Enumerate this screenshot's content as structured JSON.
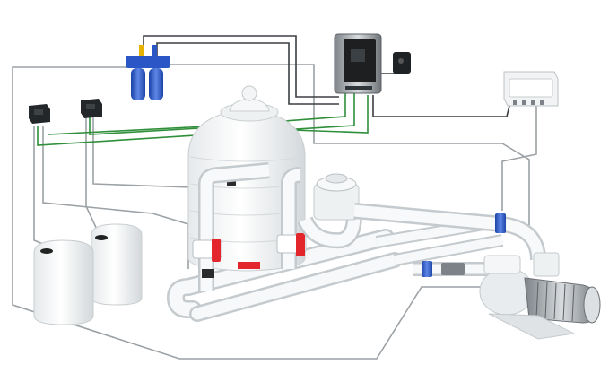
{
  "scene": {
    "components": [
      {
        "id": "controller",
        "kind": "pool-control-unit"
      },
      {
        "id": "controller-sensor",
        "kind": "probe-box"
      },
      {
        "id": "filter-housing",
        "kind": "dual-cartridge-filter"
      },
      {
        "id": "dosing-pump-left",
        "kind": "dosing-pump"
      },
      {
        "id": "dosing-pump-right",
        "kind": "dosing-pump"
      },
      {
        "id": "wall-timer",
        "kind": "wall-mounted-panel"
      },
      {
        "id": "sand-filter",
        "kind": "sand-filter-tank"
      },
      {
        "id": "multiport-valve",
        "kind": "6-way-valve"
      },
      {
        "id": "pump",
        "kind": "circulation-pump"
      },
      {
        "id": "chemical-tank-front",
        "kind": "chemical-container"
      },
      {
        "id": "chemical-tank-back",
        "kind": "chemical-container"
      }
    ],
    "colors": {
      "pipe": "#f4f6f7",
      "pipe_shadow": "#c9cfd3",
      "wire_dark": "#3a3a3a",
      "wire_grey": "#9aa0a4",
      "wire_green": "#2f8f3a",
      "valve_red": "#e3262b",
      "filter_blue": "#2a56c6",
      "clamp_blue": "#1e4fb3"
    }
  }
}
